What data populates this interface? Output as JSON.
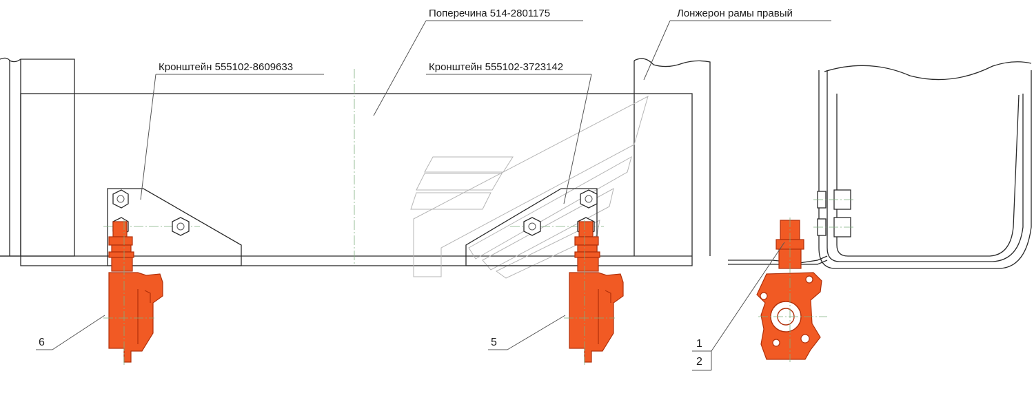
{
  "callouts": {
    "crossmember": "Поперечина 514-2801175",
    "right_side_rail": "Лонжерон рамы правый",
    "bracket_left": "Кронштейн 555102-8609633",
    "bracket_right": "Кронштейн 555102-3723142"
  },
  "position_numbers": {
    "left_head": "6",
    "middle_head": "5",
    "side_view_top": "1",
    "side_view_bottom": "2"
  },
  "colors": {
    "part_fill": "#f15a24",
    "part_outline": "#b0300a",
    "line": "#2a2a2a",
    "axis": "#7fb07f",
    "watermark": "#b5b5b5"
  }
}
